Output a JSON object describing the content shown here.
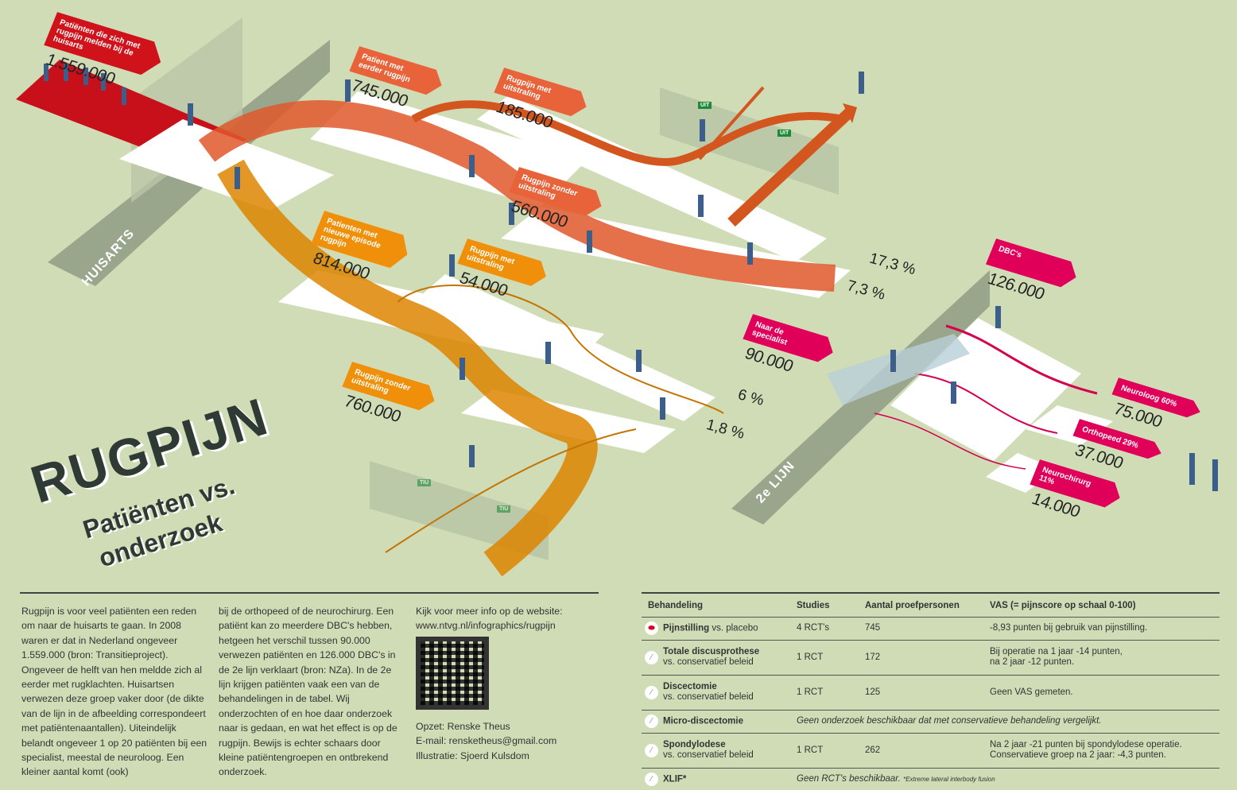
{
  "title": {
    "main": "RUGPIJN",
    "sub1": "Patiënten vs.",
    "sub2": "onderzoek"
  },
  "signs": {
    "huisarts": "HUISARTS",
    "tweede_lijn": "2e LIJN",
    "exit": "UIT",
    "exit_mirrored": "TIU"
  },
  "labels": [
    {
      "text": "Patiënten die zich met rugpijn melden bij de huisarts",
      "value": "1.559.000",
      "color": "#d0121b"
    },
    {
      "text": "Patient met eerder rugpijn",
      "value": "745.000",
      "color": "#e8623a"
    },
    {
      "text": "Rugpijn met uitstraling",
      "value": "185.000",
      "color": "#e8623a"
    },
    {
      "text": "Rugpijn zonder uitstraling",
      "value": "560.000",
      "color": "#e8623a"
    },
    {
      "text": "Patienten met nieuwe episode rugpijn",
      "value": "814.000",
      "color": "#f0900a"
    },
    {
      "text": "Rugpijn met uitstraling",
      "value": "54.000",
      "color": "#f0900a"
    },
    {
      "text": "Rugpijn zonder uitstraling",
      "value": "760.000",
      "color": "#f0900a"
    },
    {
      "text": "Naar de specialist",
      "value": "90.000",
      "color": "#e0005a"
    },
    {
      "text": "DBC's",
      "value": "126.000",
      "color": "#e0005a"
    },
    {
      "text": "Neuroloog 60%",
      "value": "75.000",
      "color": "#e0005a"
    },
    {
      "text": "Orthopeed 29%",
      "value": "37.000",
      "color": "#e0005a"
    },
    {
      "text": "Neurochirurg 11%",
      "value": "14.000",
      "color": "#e0005a"
    }
  ],
  "percentages": [
    "17,3 %",
    "7,3 %",
    "6 %",
    "1,8 %"
  ],
  "text_col1": "Rugpijn is voor veel patiënten een reden om naar de huisarts te gaan. In 2008 waren er dat in Nederland ongeveer 1.559.000 (bron: Transitieproject). Ongeveer de helft van hen meldde zich al eerder met rugklachten. Huisartsen verwezen deze groep vaker door (de dikte van de lijn in de afbeelding correspondeert met patiëntenaantallen). Uiteindelijk belandt ongeveer 1 op 20 patiënten bij een specialist, meestal de neuroloog. Een kleiner aantal komt (ook)",
  "text_col2": "bij de orthopeed of de neurochirurg. Een patiënt kan zo meerdere DBC's hebben, hetgeen het verschil tussen 90.000 verwezen patiënten en 126.000 DBC's in de 2e lijn verklaart (bron: NZa). In de 2e lijn krijgen patiënten vaak een van de behandelingen in de tabel. Wij onderzochten of en hoe daar onderzoek naar is gedaan, en wat het effect is op de rugpijn. Bewijs is echter schaars door kleine patiëntengroepen en ontbrekend onderzoek.",
  "info": {
    "intro": "Kijk voor meer info op de website:",
    "url": "www.ntvg.nl/infographics/rugpijn",
    "opzet": "Opzet: Renske Theus",
    "email": "E-mail: rensketheus@gmail.com",
    "illustratie": "Illustratie: Sjoerd Kulsdom"
  },
  "table": {
    "headers": [
      "Behandeling",
      "Studies",
      "Aantal proefpersonen",
      "VAS (= pijnscore op schaal 0-100)"
    ],
    "rows": [
      {
        "name": "Pijnstilling",
        "vs": "vs. placebo",
        "studies": "4 RCT's",
        "n": "745",
        "vas1": "-8,93 punten bij gebruik van pijnstilling.",
        "vas2": ""
      },
      {
        "name": "Totale discusprothese",
        "vs": "vs. conservatief beleid",
        "studies": "1 RCT",
        "n": "172",
        "vas1": "Bij operatie na 1 jaar -14 punten,",
        "vas2": "na 2 jaar -12 punten."
      },
      {
        "name": "Discectomie",
        "vs": "vs. conservatief beleid",
        "studies": "1 RCT",
        "n": "125",
        "vas1": "Geen VAS gemeten.",
        "vas2": ""
      },
      {
        "name": "Micro-discectomie",
        "note": "Geen onderzoek beschikbaar dat met conservatieve behandeling vergelijkt."
      },
      {
        "name": "Spondylodese",
        "vs": "vs. conservatief beleid",
        "studies": "1 RCT",
        "n": "262",
        "vas1": "Na 2 jaar -21 punten bij spondylodese operatie.",
        "vas2": "Conservatieve groep na 2 jaar: -4,3 punten."
      },
      {
        "name": "XLIF*",
        "note": "Geen RCT's beschikbaar.",
        "footnote": "*Extreme lateral interbody fusion"
      }
    ]
  }
}
